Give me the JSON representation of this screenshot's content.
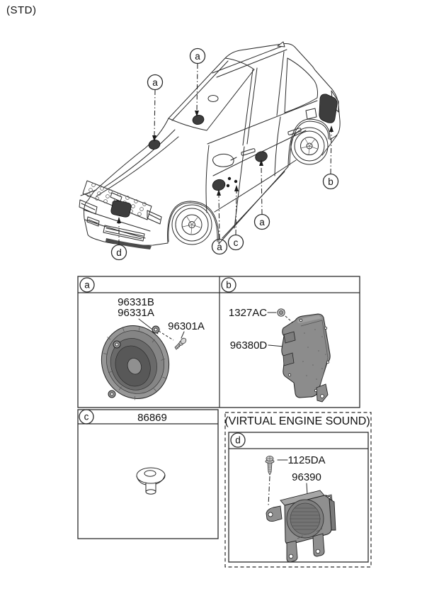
{
  "page": {
    "variant_label": "(STD)"
  },
  "art_colors": {
    "ink": "#2a2a2a",
    "part_gray": "#8f8f8f",
    "dark_part": "#3d3d3d"
  },
  "diagram": {
    "markers": [
      {
        "id": "a-dash-center",
        "letter": "a"
      },
      {
        "id": "a-dash-left",
        "letter": "a"
      },
      {
        "id": "a-front-door",
        "letter": "a"
      },
      {
        "id": "c-door-clips",
        "letter": "c"
      },
      {
        "id": "a-rear-door",
        "letter": "a"
      },
      {
        "id": "b-rear-quarter",
        "letter": "b"
      },
      {
        "id": "d-vess-front",
        "letter": "d"
      }
    ]
  },
  "panels": {
    "a": {
      "letter": "a",
      "label_top": "96331B",
      "label_bottom": "96331A",
      "screw_label": "96301A"
    },
    "b": {
      "letter": "b",
      "nut_label": "1327AC",
      "unit_label": "96380D"
    },
    "c": {
      "letter": "c",
      "part_label": "86869"
    },
    "d": {
      "letter": "d",
      "group_title": "(VIRTUAL ENGINE SOUND)",
      "screw_label": "1125DA",
      "unit_label": "96390"
    }
  }
}
